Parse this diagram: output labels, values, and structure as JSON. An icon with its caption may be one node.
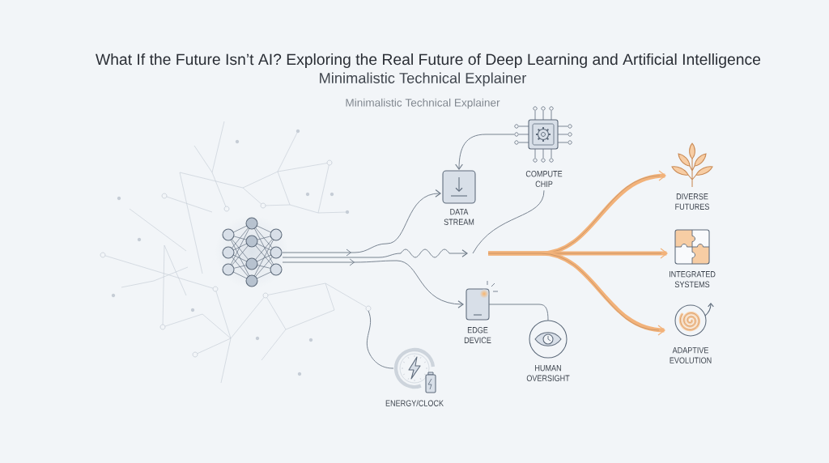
{
  "diagram": {
    "title": "What If the Future Isn’t AI? Exploring the Real Future of Deep Learning and Artificial Intelligence",
    "nodes": [
      {
        "text": [],
        "shape": "picture"
      },
      {
        "text": [
          "DATA STREAM"
        ]
      },
      {
        "text": [
          "COMPUTE CHIP"
        ]
      },
      {
        "text": [
          "EDGE DEVICE"
        ]
      },
      {
        "text": [
          "HUMAN OVERSIGHT"
        ]
      },
      {
        "text": [
          "ENERGY/CLOCK"
        ]
      },
      {
        "text": [
          "DIVERSE FUTURES"
        ]
      },
      {
        "text": [
          "INTEGRATED SYSTEMS"
        ]
      },
      {
        "text": [
          "ADAPTIVE EVOLUTION"
        ]
      },
      {
        "text": [],
        "shape": "circle"
      }
    ],
    "edges": [
      {
        "from": 0,
        "to": 1,
        "arrow": "to"
      },
      {
        "from": 0,
        "to": 3,
        "arrow": "to"
      },
      {
        "from": 2,
        "to": 1,
        "arrow": "to"
      },
      {
        "from": 3,
        "to": 4,
        "arrow": "none"
      },
      {
        "from": 9,
        "to": 5,
        "arrow": "none"
      },
      {
        "from": 0,
        "to": null,
        "arrow": "to"
      },
      {
        "from": 2,
        "to": null,
        "arrow": "none"
      },
      {
        "from": null,
        "to": 6,
        "arrow": "to",
        "style": "thick",
        "color": "#f2b27a"
      },
      {
        "from": null,
        "to": 7,
        "arrow": "to",
        "style": "thick",
        "color": "#f2b27a"
      },
      {
        "from": null,
        "to": 8,
        "arrow": "to",
        "style": "thick",
        "color": "#f2b27a"
      }
    ],
    "labels": [
      "Minimalistic Technical Explainer",
      "Minimalistic Technical Explainer"
    ]
  }
}
